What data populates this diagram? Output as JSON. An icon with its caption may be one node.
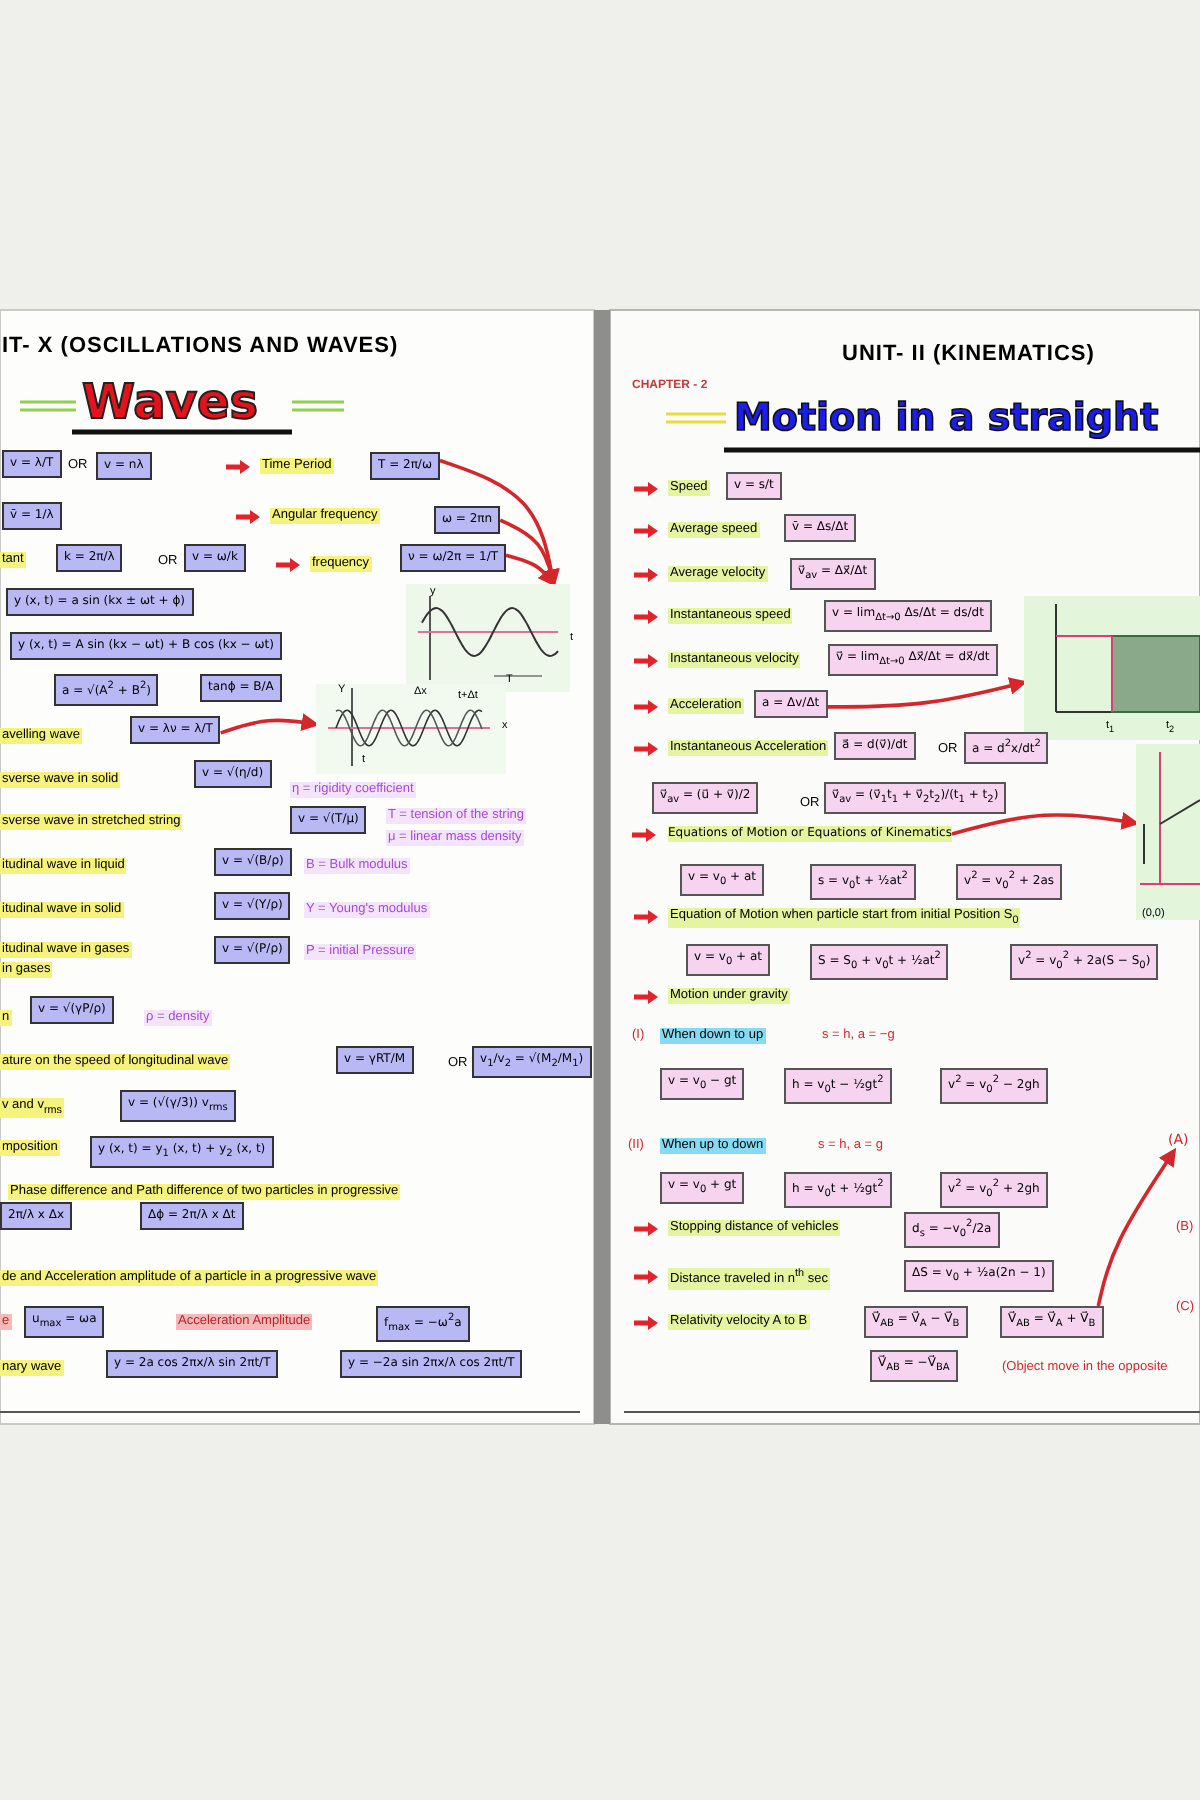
{
  "diagram": {
    "nodes": [
      {
        "text": [
          "v = λ/T"
        ]
      },
      {
        "text": [
          "v = nλ"
        ]
      },
      {
        "text": [
          "T = 2π/ω"
        ]
      },
      {
        "text": [
          "v̄ = 1/λ"
        ]
      },
      {
        "text": [
          "ω = 2πn"
        ]
      },
      {
        "text": [
          "k = 2π/λ"
        ]
      },
      {
        "text": [
          "v = ω/k"
        ]
      },
      {
        "text": [
          "ν = ω/2π = 1/T"
        ]
      },
      {
        "text": [
          "y (x, t) = a sin (kx ± ωt + ϕ)"
        ]
      },
      {
        "text": [
          "y (x, t) = A sin (kx − ωt) + B cos (kx − ωt)"
        ]
      },
      {
        "text": [
          "a = √(A$^{2}$ + B$^{2}$)"
        ]
      },
      {
        "text": [
          "tanϕ = B/A"
        ]
      },
      {
        "text": [],
        "shape": "picture"
      },
      {
        "text": [
          "v = λν = λ/T"
        ]
      },
      {
        "text": [],
        "shape": "picture"
      },
      {
        "text": [
          "v = √(η/d)"
        ]
      },
      {
        "text": [
          "v = √(T/μ)"
        ]
      },
      {
        "text": [
          "v = √(B/ρ)"
        ]
      },
      {
        "text": [
          "v = √(Y/ρ)"
        ]
      },
      {
        "text": [
          "v = √(P/ρ)"
        ]
      },
      {
        "text": [
          "v = √(γP/ρ)"
        ]
      },
      {
        "text": [
          "v = γRT/M"
        ]
      },
      {
        "text": [
          "v$_{1}$/v$_{2}$ = √(M$_{2}$/M$_{1}$)"
        ]
      },
      {
        "text": [
          "v = (√(γ/3)) v$_{rms}$"
        ]
      },
      {
        "text": [
          "y (x, t) = y$_{1}$ (x, t) + y$_{2}$ (x, t)"
        ]
      },
      {
        "text": [
          "2π/λ x Δx"
        ]
      },
      {
        "text": [
          "Δϕ = 2π/λ x Δt"
        ]
      },
      {
        "text": [
          "u$_{max}$ = ωa"
        ]
      },
      {
        "text": [
          "f$_{max}$ = −ω$^{2}$a"
        ]
      },
      {
        "text": [
          "y = 2a cos 2πx/λ sin 2πt/T"
        ]
      },
      {
        "text": [
          "y = −2a sin 2πx/λ cos 2πt/T"
        ]
      },
      {
        "text": [
          "v = s/t"
        ]
      },
      {
        "text": [
          "v̄ = Δs/Δt"
        ]
      },
      {
        "text": [
          "v⃗$_{av}$ = Δx⃗/Δt"
        ]
      },
      {
        "text": [
          "v = lim$_{Δt→0}$ Δs/Δt = ds/dt"
        ]
      },
      {
        "text": [
          "v⃗ = lim$_{Δt→0}$ Δx⃗/Δt = dx⃗/dt"
        ]
      },
      {
        "text": [
          "a = Δv/Δt"
        ]
      },
      {
        "text": [],
        "shape": "picture"
      },
      {
        "text": [
          "a⃗ = d(v⃗)/dt"
        ]
      },
      {
        "text": [
          "a = d$^{2}$x/dt$^{2}$"
        ]
      },
      {
        "text": [
          "v⃗$_{av}$ = (u⃗ + v⃗)/2"
        ]
      },
      {
        "text": [
          "v⃗$_{av}$ = (v⃗$_{1}$t$_{1}$ + v⃗$_{2}$t$_{2}$)/(t$_{1}$ + t$_{2}$)"
        ]
      },
      {
        "text": [
          "Equations of Motion or Equations of Kinematics"
        ]
      },
      {
        "text": [],
        "shape": "picture"
      },
      {
        "text": [
          "v = v$_{0}$ + at"
        ]
      },
      {
        "text": [
          "s = v$_{0}$t + ½at$^{2}$"
        ]
      },
      {
        "text": [
          "v$^{2}$ = v$_{0}$$^{2}$ + 2as"
        ]
      },
      {
        "text": [
          "v = v$_{0}$ + at"
        ]
      },
      {
        "text": [
          "S = S$_{0}$ + v$_{0}$t + ½at$^{2}$"
        ]
      },
      {
        "text": [
          "v$^{2}$ = v$_{0}$$^{2}$ + 2a(S − S$_{0}$)"
        ]
      },
      {
        "text": [
          "v = v$_{0}$ − gt"
        ]
      },
      {
        "text": [
          "h = v$_{0}$t − ½gt$^{2}$"
        ]
      },
      {
        "text": [
          "v$^{2}$ = v$_{0}$$^{2}$ − 2gh"
        ]
      },
      {
        "text": [
          "v = v$_{0}$ + gt"
        ]
      },
      {
        "text": [
          "h = v$_{0}$t + ½gt$^{2}$"
        ]
      },
      {
        "text": [
          "v$^{2}$ = v$_{0}$$^{2}$ + 2gh"
        ]
      },
      {
        "text": [
          "d$_{s}$ = −v$_{0}$$^{2}$/2a"
        ]
      },
      {
        "text": [
          "ΔS = v$_{0}$ + ½a(2n − 1)"
        ]
      },
      {
        "text": [
          "V⃗$_{AB}$ = V⃗$_{A}$ − V⃗$_{B}$"
        ]
      },
      {
        "text": [
          "V⃗$_{AB}$ = V⃗$_{A}$ + V⃗$_{B}$"
        ]
      },
      {
        "text": [
          "V⃗$_{AB}$ = −V⃗$_{BA}$"
        ]
      },
      {
        "text": [
          "(A)"
        ]
      }
    ],
    "edges": [
      {
        "from": 2,
        "to": 12,
        "arrow": "to"
      },
      {
        "from": 4,
        "to": 12,
        "arrow": "to"
      },
      {
        "from": 7,
        "to": 12,
        "arrow": "to"
      },
      {
        "from": 13,
        "to": 14,
        "arrow": "to"
      },
      {
        "from": 36,
        "to": 37,
        "arrow": "to"
      },
      {
        "from": 42,
        "to": 43,
        "arrow": "to"
      },
      {
        "from": 59,
        "to": 61,
        "arrow": "to"
      }
    ],
    "labels": [
      "IT- X (OSCILLATIONS AND WAVES)",
      "Waves",
      "OR",
      "Time Period",
      "Angular frequency",
      "tant",
      "OR",
      "frequency",
      "avelling wave",
      "sverse wave in solid",
      "η = rigidity coefficient",
      "sverse wave in stretched string",
      "T = tension of the string",
      "μ = linear mass density",
      "itudinal wave in liquid",
      "B = Bulk modulus",
      "itudinal wave in solid",
      "Y = Young's modulus",
      "itudinal wave in gases",
      "in gases",
      "P = initial Pressure",
      "n",
      "ρ = density",
      "ature on the speed of longitudinal wave",
      "OR",
      "v and v$_{rms}$",
      "mposition",
      "Phase difference and Path difference of two particles in progressive",
      "de and Acceleration amplitude of a particle in a progressive wave",
      "e",
      "Acceleration Amplitude",
      "nary wave",
      "y",
      "t",
      "T",
      "Y",
      "Δx",
      "t+Δt",
      "x",
      "t",
      "UNIT- II (KINEMATICS)",
      "CHAPTER - 2",
      "Motion in a straight",
      "Speed",
      "Average speed",
      "Average velocity",
      "Instantaneous speed",
      "Instantaneous velocity",
      "Acceleration",
      "Instantaneous Acceleration",
      "OR",
      "OR",
      "Equation of Motion when particle start from initial Position S$_{0}$",
      "Motion under gravity",
      "(I)",
      "When down to up",
      "s = h, a = −g",
      "(II)",
      "When up to down",
      "s = h, a = g",
      "Stopping distance of vehicles",
      "Distance traveled in n$^{th}$ sec",
      "Relativity velocity A to B",
      "(Object move in the opposite",
      "(B)",
      "(C)",
      "t$_{1}$",
      "t$_{2}$",
      "(0,0)"
    ]
  }
}
